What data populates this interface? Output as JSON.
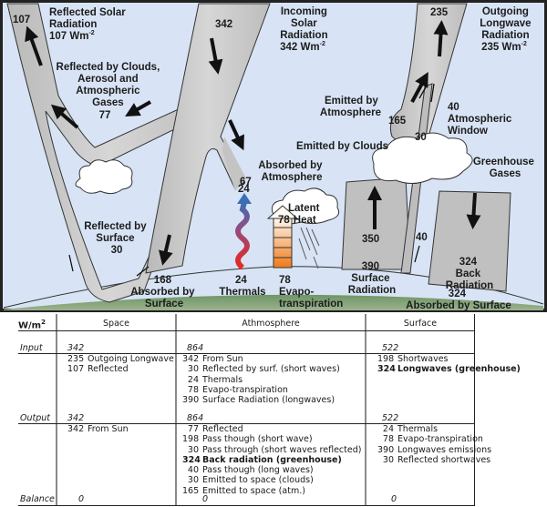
{
  "diagram": {
    "title_labels": {
      "reflected_solar": [
        "Reflected Solar",
        "Radiation",
        "107 Wm"
      ],
      "incoming_solar": [
        "Incoming",
        "Solar",
        "Radiation",
        "342 Wm"
      ],
      "outgoing_longwave": [
        "Outgoing",
        "Longwave",
        "Radiation",
        "235 Wm"
      ],
      "unit_exponent": "-2"
    },
    "flows": {
      "reflected_total": "107",
      "incoming": "342",
      "outgoing": "235",
      "reflected_clouds_label": [
        "Reflected by Clouds,",
        "Aerosol and",
        "Atmospheric",
        "Gases"
      ],
      "reflected_clouds_value": "77",
      "absorbed_atm_label": [
        "Absorbed by",
        "Atmosphere"
      ],
      "absorbed_atm_value": "67",
      "reflected_surface_label": [
        "Reflected by",
        "Surface"
      ],
      "reflected_surface_value": "30",
      "absorbed_surface_value": "168",
      "absorbed_surface_label": [
        "Absorbed by",
        "Surface"
      ],
      "thermals_value_top": "24",
      "thermals_value": "24",
      "thermals_label": "Thermals",
      "latent_value": "78",
      "latent_label": [
        "Latent",
        "Heat"
      ],
      "evapo_value": "78",
      "evapo_label": [
        "Evapo-",
        "transpiration"
      ],
      "surface_rad_value": "390",
      "surface_rad_label": [
        "Surface",
        "Radiation"
      ],
      "up_350": "350",
      "window_low": "40",
      "window_value": "40",
      "window_label": [
        "Atmospheric",
        "Window"
      ],
      "emitted_atm_label": [
        "Emitted by",
        "Atmosphere"
      ],
      "emitted_atm_value": "165",
      "emitted_clouds_label": "Emitted by Clouds",
      "emitted_clouds_value": "30",
      "greenhouse_label": [
        "Greenhouse",
        "Gases"
      ],
      "back_rad_value": "324",
      "back_rad_label": [
        "Back",
        "Radiation"
      ],
      "absorbed_surface_lw_value": "324",
      "absorbed_surface_lw_label": "Absorbed by Surface"
    },
    "colors": {
      "sky": "#d8e4f5",
      "flow_gray": "#c4c4c4",
      "ground_green": "#7f9f72",
      "frame": "#222222",
      "arrow": "#111111",
      "thermal_top": "#3a6fb5",
      "thermal_bottom": "#e8281e",
      "evapo_bottom": "#f07a18"
    }
  },
  "table": {
    "unit": "W/m",
    "unit_exp": "2",
    "columns": [
      "Space",
      "Athmosphere",
      "Surface"
    ],
    "input_label": "Input",
    "output_label": "Output",
    "balance_label": "Balance",
    "input_totals": [
      "342",
      "864",
      "522"
    ],
    "output_totals": [
      "342",
      "864",
      "522"
    ],
    "balance": [
      "0",
      "0",
      "0"
    ],
    "input_rows": {
      "space": [
        {
          "v": "235",
          "t": "Outgoing Longwave",
          "bold": false
        },
        {
          "v": "107",
          "t": "Reflected",
          "bold": false
        }
      ],
      "atmosphere": [
        {
          "v": "342",
          "t": "From Sun",
          "bold": false
        },
        {
          "v": "30",
          "t": "Reflected by surf. (short waves)",
          "bold": false
        },
        {
          "v": "24",
          "t": "Thermals",
          "bold": false
        },
        {
          "v": "78",
          "t": "Evapo-transpiration",
          "bold": false
        },
        {
          "v": "390",
          "t": "Surface Radiation (longwaves)",
          "bold": false
        }
      ],
      "surface": [
        {
          "v": "198",
          "t": "Shortwaves",
          "bold": false
        },
        {
          "v": "324",
          "t": "Longwaves (greenhouse)",
          "bold": true
        }
      ]
    },
    "output_rows": {
      "space": [
        {
          "v": "342",
          "t": "From Sun",
          "bold": false
        }
      ],
      "atmosphere": [
        {
          "v": "77",
          "t": "Reflected",
          "bold": false
        },
        {
          "v": "198",
          "t": "Pass though (short wave)",
          "bold": false
        },
        {
          "v": "30",
          "t": "Pass through (short waves reflected)",
          "bold": false
        },
        {
          "v": "324",
          "t": "Back radiation (greenhouse)",
          "bold": true
        },
        {
          "v": "40",
          "t": "Pass though (long waves)",
          "bold": false
        },
        {
          "v": "30",
          "t": "Emitted to space (clouds)",
          "bold": false
        },
        {
          "v": "165",
          "t": "Emitted to space (atm.)",
          "bold": false
        }
      ],
      "surface": [
        {
          "v": "24",
          "t": "Thermals",
          "bold": false
        },
        {
          "v": "78",
          "t": "Evapo-transpiration",
          "bold": false
        },
        {
          "v": "390",
          "t": "Longwaves emissions",
          "bold": false
        },
        {
          "v": "30",
          "t": "Reflected shortwaves",
          "bold": false
        }
      ]
    }
  }
}
